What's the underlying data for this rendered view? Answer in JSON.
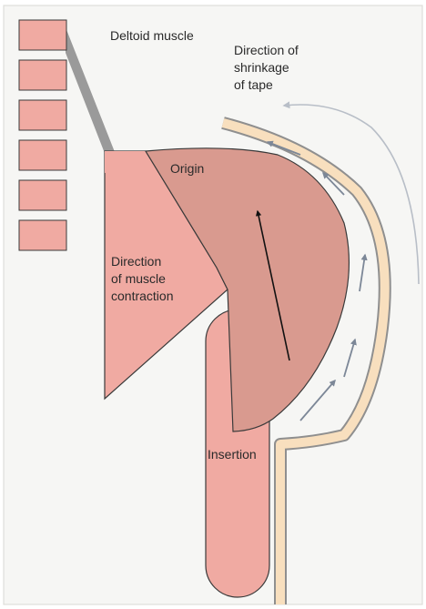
{
  "labels": {
    "deltoid_muscle": "Deltoid muscle",
    "direction_of_shrinkage": [
      "Direction of",
      "shrinkage",
      "of tape"
    ],
    "origin": "Origin",
    "direction_of_contraction": [
      "Direction",
      "of muscle",
      "contraction"
    ],
    "insertion": "Insertion"
  },
  "colors": {
    "muscle_light": "#f0aaa2",
    "muscle_dark": "#d99a8f",
    "outline": "#3a3a3a",
    "tape_fill": "#f8dfbe",
    "tape_edge": "#9a9a9a",
    "panel": "#f6f6f4",
    "connector": "#9a9a9a",
    "small_arrow": "#7c8797"
  },
  "legend_swatch_count": 6
}
